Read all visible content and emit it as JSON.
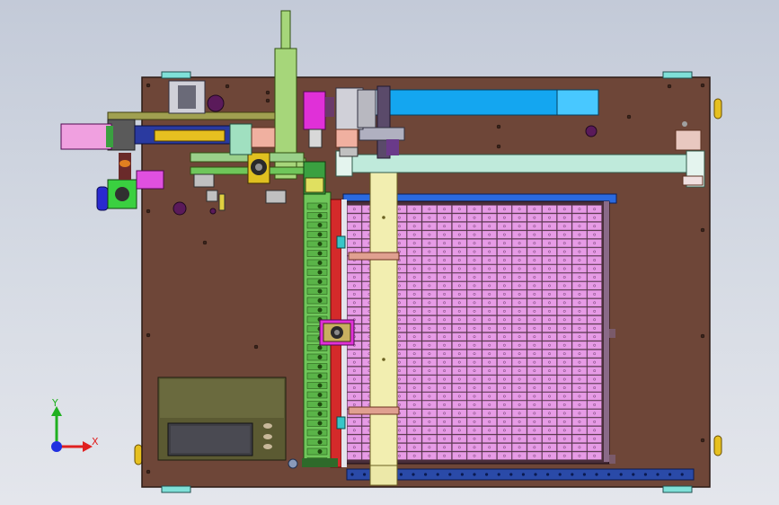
{
  "viewport": {
    "background_top": "#c3cad8",
    "background_bottom": "#e4e6ec"
  },
  "colors": {
    "base_plate": "#6e4638",
    "base_edge": "#2b1a14",
    "tray_pink": "#e79be6",
    "tray_border": "#3a2030",
    "rail_yellow": "#f2eeb0",
    "gantry_mint": "#bfeadb",
    "cylinder_blue": "#14a6f0",
    "column_green": "#a6d67a",
    "conveyor_green": "#6fc65a",
    "magenta": "#e030d8",
    "hmi_panel": "#5b5a32",
    "hmi_screen": "#3e3e44",
    "guide_rail_blue": "#2a4aa8"
  },
  "tray": {
    "columns": 17,
    "rows": 30
  },
  "triad": {
    "x_label": "X",
    "y_label": "Y",
    "x_color": "#e02020",
    "y_color": "#20b020",
    "z_color": "#2030e0"
  }
}
